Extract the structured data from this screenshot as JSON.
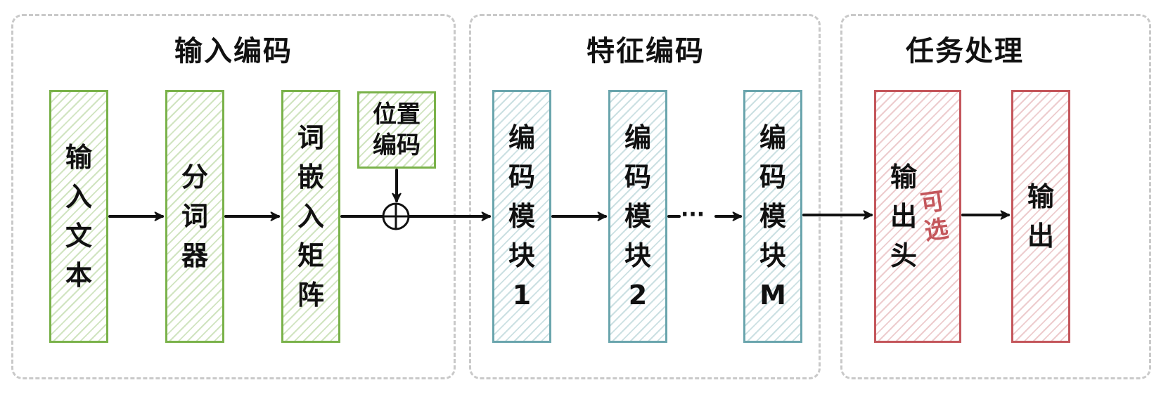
{
  "sections": {
    "input_encoding": "输入编码",
    "feature_encoding": "特征编码",
    "task_processing": "任务处理"
  },
  "blocks": {
    "input_text": "输入文本",
    "tokenizer": "分词器",
    "embedding_matrix": "词嵌入矩阵",
    "positional_encoding": "位置编码",
    "encoder_block_1": "编码模块1",
    "encoder_block_2": "编码模块2",
    "encoder_block_m": "编码模块M",
    "output_head": "输出头",
    "output": "输出"
  },
  "optional_label": "可选",
  "ellipsis": "···",
  "colors": {
    "input_stage": "#7ab24a",
    "feature_stage": "#6aa5ad",
    "task_stage": "#c4565b",
    "section_border": "#c9c9c9"
  }
}
